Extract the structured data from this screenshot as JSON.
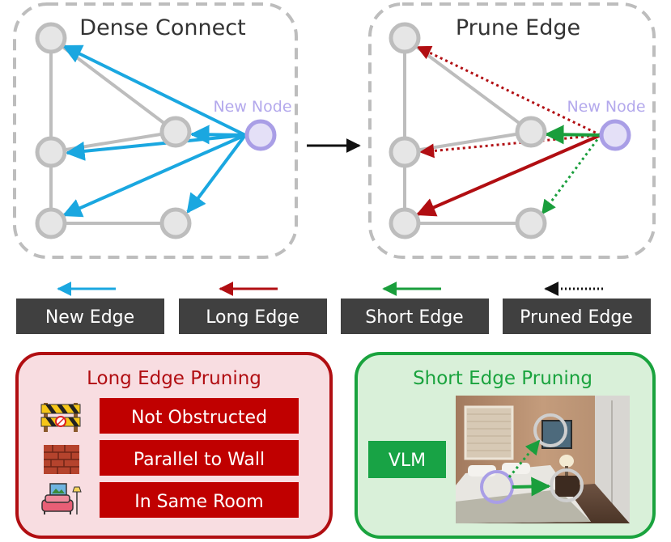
{
  "panels": {
    "dense": {
      "title": "Dense Connect",
      "new_node_label": "New Node"
    },
    "prune": {
      "title": "Prune Edge",
      "new_node_label": "New Node"
    }
  },
  "legend": [
    {
      "label": "New Edge",
      "color": "#1aa7e0",
      "style": "solid"
    },
    {
      "label": "Long Edge",
      "color": "#b10e12",
      "style": "solid"
    },
    {
      "label": "Short Edge",
      "color": "#1a9e3c",
      "style": "solid"
    },
    {
      "label": "Pruned Edge",
      "color": "#111111",
      "style": "dotted"
    }
  ],
  "long_pruning": {
    "title": "Long Edge Pruning",
    "criteria": [
      "Not Obstructed",
      "Parallel to Wall",
      "In Same Room"
    ],
    "icons": [
      "road-barrier-icon",
      "brick-wall-icon",
      "living-room-icon"
    ]
  },
  "short_pruning": {
    "title": "Short Edge Pruning",
    "vlm_label": "VLM",
    "photo": "bedroom-photo"
  },
  "colors": {
    "node_fill": "#e6e6e6",
    "node_stroke": "#bdbdbd",
    "new_node_fill": "#e4e0f7",
    "new_node_stroke": "#a99ee6",
    "new_node_text": "#b3a8ec",
    "panel_border": "#bdbdbd",
    "legend_box": "#404040",
    "long_panel_bg": "#f8dde1",
    "long_panel_border": "#b10e12",
    "long_item_bg": "#c00000",
    "short_panel_bg": "#d9f0d9",
    "short_panel_border": "#1aa33e",
    "short_title": "#1aa33e",
    "vlm_bg": "#18a345"
  }
}
